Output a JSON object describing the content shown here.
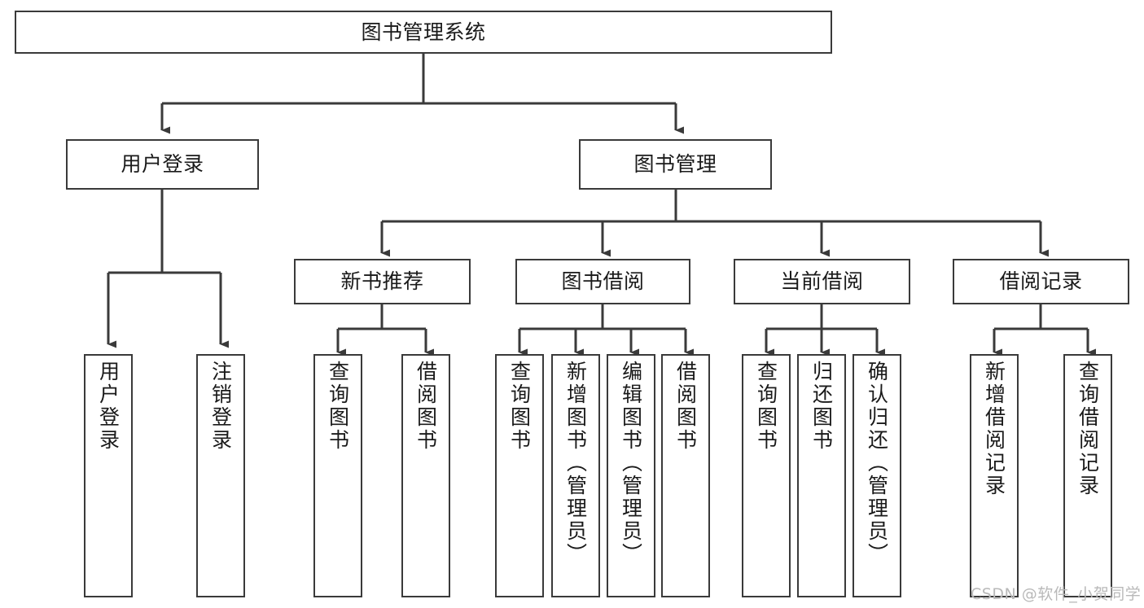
{
  "diagram": {
    "type": "tree",
    "title": "图书管理系统",
    "background_color": "#ffffff",
    "node_border_color": "#3a3a3a",
    "connector_color": "#3a3a3a",
    "text_color": "#1a1a1a",
    "root": {
      "label": "图书管理系统"
    },
    "level2": [
      {
        "label": "用户登录"
      },
      {
        "label": "图书管理"
      }
    ],
    "level3": [
      {
        "label": "新书推荐"
      },
      {
        "label": "图书借阅"
      },
      {
        "label": "当前借阅"
      },
      {
        "label": "借阅记录"
      }
    ],
    "leaves": {
      "user_login": [
        {
          "label": "用户登录"
        },
        {
          "label": "注销登录"
        }
      ],
      "new_book_recommend": [
        {
          "label": "查询图书"
        },
        {
          "label": "借阅图书"
        }
      ],
      "book_borrow": [
        {
          "label": "查询图书"
        },
        {
          "label": "新增图书（管理员）"
        },
        {
          "label": "编辑图书（管理员）"
        },
        {
          "label": "借阅图书"
        }
      ],
      "current_borrow": [
        {
          "label": "查询图书"
        },
        {
          "label": "归还图书"
        },
        {
          "label": "确认归还（管理员）"
        }
      ],
      "borrow_record": [
        {
          "label": "新增借阅记录"
        },
        {
          "label": "查询借阅记录"
        }
      ]
    }
  },
  "watermark": {
    "text": "CSDN @软件_小贺同学"
  }
}
